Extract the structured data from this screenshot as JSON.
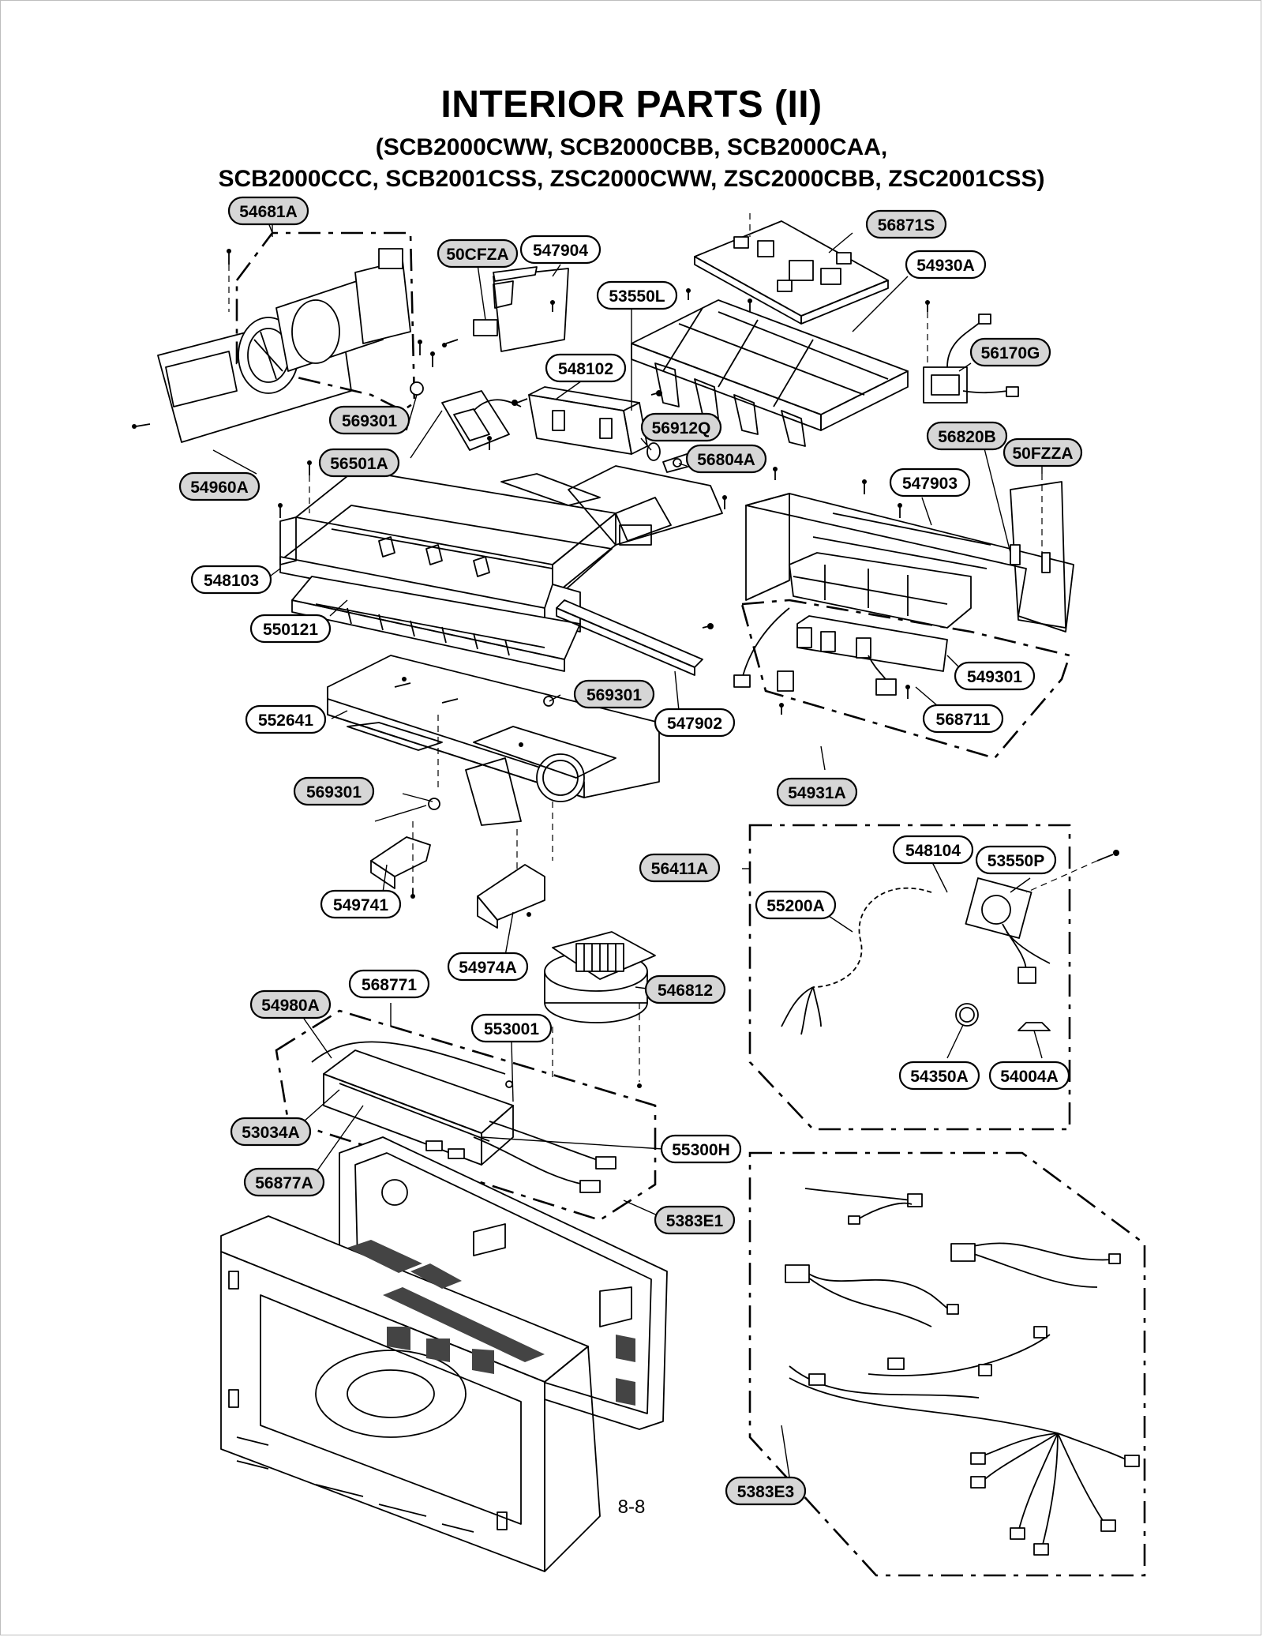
{
  "title": "INTERIOR PARTS (II)",
  "models_line1": "(SCB2000CWW, SCB2000CBB, SCB2000CAA,",
  "models_line2": "SCB2000CCC, SCB2001CSS, ZSC2000CWW, ZSC2000CBB, ZSC2001CSS)",
  "page_number": "8-8",
  "callouts": [
    {
      "label": "54681A",
      "shaded": true
    },
    {
      "label": "50CFZA",
      "shaded": true
    },
    {
      "label": "547904",
      "shaded": false
    },
    {
      "label": "56871S",
      "shaded": true
    },
    {
      "label": "54930A",
      "shaded": false
    },
    {
      "label": "53550L",
      "shaded": false
    },
    {
      "label": "56170G",
      "shaded": true
    },
    {
      "label": "548102",
      "shaded": false
    },
    {
      "label": "569301",
      "shaded": true
    },
    {
      "label": "56912Q",
      "shaded": true
    },
    {
      "label": "56820B",
      "shaded": true
    },
    {
      "label": "50FZZA",
      "shaded": true
    },
    {
      "label": "56501A",
      "shaded": true
    },
    {
      "label": "56804A",
      "shaded": true
    },
    {
      "label": "547903",
      "shaded": false
    },
    {
      "label": "54960A",
      "shaded": true
    },
    {
      "label": "548103",
      "shaded": false
    },
    {
      "label": "550121",
      "shaded": false
    },
    {
      "label": "549301",
      "shaded": false
    },
    {
      "label": "569301",
      "shaded": true
    },
    {
      "label": "552641",
      "shaded": false
    },
    {
      "label": "568711",
      "shaded": false
    },
    {
      "label": "547902",
      "shaded": false
    },
    {
      "label": "54931A",
      "shaded": true
    },
    {
      "label": "569301",
      "shaded": true
    },
    {
      "label": "548104",
      "shaded": false
    },
    {
      "label": "53550P",
      "shaded": false
    },
    {
      "label": "56411A",
      "shaded": true
    },
    {
      "label": "55200A",
      "shaded": false
    },
    {
      "label": "549741",
      "shaded": false
    },
    {
      "label": "54974A",
      "shaded": false
    },
    {
      "label": "568771",
      "shaded": false
    },
    {
      "label": "546812",
      "shaded": true
    },
    {
      "label": "54980A",
      "shaded": true
    },
    {
      "label": "553001",
      "shaded": false
    },
    {
      "label": "54350A",
      "shaded": false
    },
    {
      "label": "54004A",
      "shaded": false
    },
    {
      "label": "53034A",
      "shaded": true
    },
    {
      "label": "55300H",
      "shaded": false
    },
    {
      "label": "56877A",
      "shaded": true
    },
    {
      "label": "5383E1",
      "shaded": true
    },
    {
      "label": "5383E3",
      "shaded": true
    }
  ]
}
